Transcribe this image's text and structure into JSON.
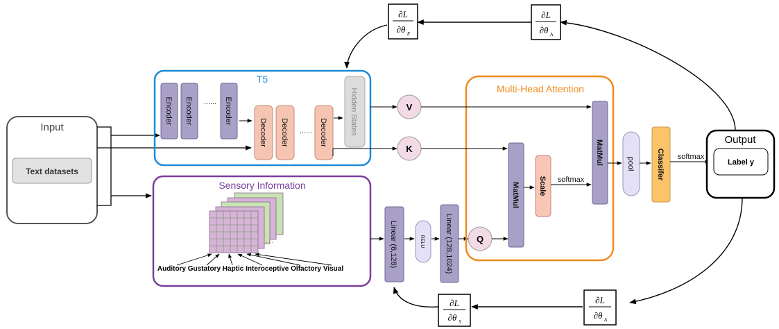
{
  "input": {
    "title": "Input",
    "dataset_label": "Text datasets"
  },
  "t5": {
    "title": "T5",
    "encoders": [
      "Encoder",
      "Encoder",
      "Encoder"
    ],
    "decoders": [
      "Decoder",
      "Decoder",
      "Decoder"
    ],
    "ellipsis_encoder": "......",
    "ellipsis_decoder": "......",
    "hidden_states": "Hidden States"
  },
  "nodes": {
    "v": "V",
    "k": "K",
    "q": "Q"
  },
  "sensory": {
    "title": "Sensory Information",
    "modalities": "Auditory Gustatory Haptic Interoceptive Olfactory Visual"
  },
  "mlp": {
    "linear1": "Linear (6,128)",
    "relu": "RELU",
    "linear2": "Linear (128,1024)"
  },
  "attention": {
    "title": "Multi-Head Attention",
    "matmul_inner": "MatMul",
    "scale": "Scale",
    "softmax_inner": "softmax",
    "matmul_outer": "MatMul"
  },
  "pool": "pool",
  "classifier": "Classifer",
  "softmax_out": "softmax",
  "output": {
    "title": "Output",
    "label": "Label y"
  },
  "gradients": {
    "top_left": {
      "num": "∂L",
      "den": "∂θ",
      "sub": "E"
    },
    "top_right": {
      "num": "∂L",
      "den": "∂θ",
      "sub": "A"
    },
    "bottom_left": {
      "num": "∂L",
      "den": "∂θ",
      "sub": "S"
    },
    "bottom_right": {
      "num": "∂L",
      "den": "∂θ",
      "sub": "A"
    }
  },
  "colors": {
    "t5_border": "#1f8ad6",
    "sensory_border": "#7a3d9e",
    "attention_border": "#f08a1c",
    "encoder_fill": "#a9a0c8",
    "decoder_fill": "#f6c5b2",
    "hidden_fill": "#dcdcdc",
    "node_fill": "#f3dbe6",
    "classifier_fill": "#fbc36a",
    "pool_fill": "#e4e0f5",
    "scale_fill": "#f9c6b5",
    "grid_fill": "#d6b4d8",
    "grid_back_fill": "#c8e3b3"
  }
}
